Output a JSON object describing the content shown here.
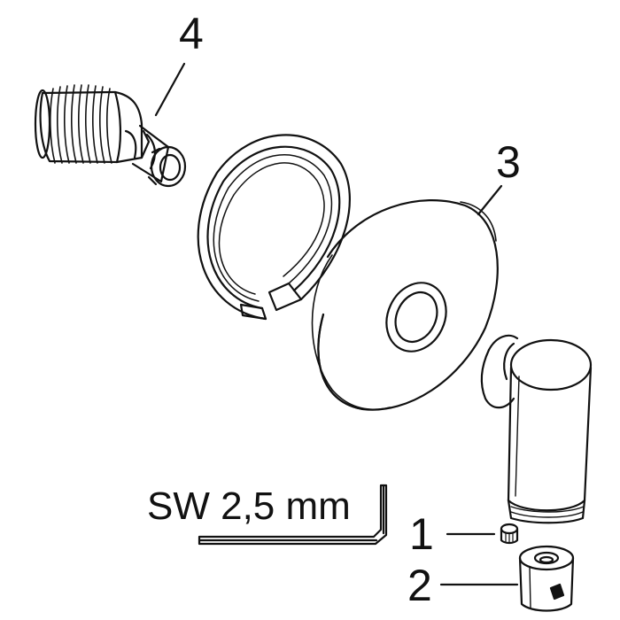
{
  "labels": {
    "part4": "4",
    "part3": "3",
    "part1": "1",
    "part2": "2",
    "tool": "SW 2,5 mm"
  },
  "colors": {
    "line": "#111111",
    "background": "#ffffff"
  }
}
